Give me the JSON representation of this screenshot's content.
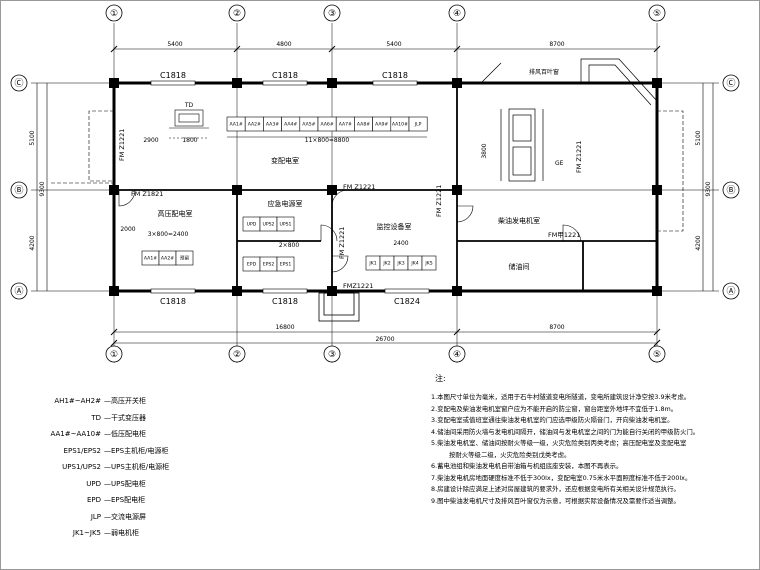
{
  "axes": {
    "vertical": [
      "①",
      "②",
      "③",
      "④",
      "⑤"
    ],
    "horizontal": [
      "Ⓒ",
      "Ⓑ",
      "Ⓐ"
    ]
  },
  "dimensions": {
    "top": [
      "5400",
      "4800",
      "5400",
      "8700"
    ],
    "bottom": [
      "16800",
      "8700"
    ],
    "overall": "26700",
    "left": [
      "5100",
      "4200",
      "9300"
    ],
    "right": [
      "5100",
      "4200",
      "9300"
    ],
    "internal": [
      "2900",
      "1800",
      "2000",
      "3800",
      "2400"
    ]
  },
  "windows": {
    "top": [
      "C1818",
      "C1818",
      "C1818"
    ],
    "bottom": [
      "C1818",
      "C1818",
      "C1824"
    ]
  },
  "doors": [
    "FM Z1821",
    "FM Z1221",
    "FM Z1221",
    "FM甲1221",
    "FM Z1221",
    "FM Z1221",
    "FMZ1221",
    "FM Z1221"
  ],
  "rooms": {
    "transformer": "变配电室",
    "hv": "高压配电室",
    "emergency": "应急电源室",
    "monitor": "监控设备室",
    "diesel": "柴油发电机室",
    "oil": "储油间",
    "exhaust": "排风百叶窗",
    "gen": "GE"
  },
  "equipment": {
    "td": "TD",
    "lv_panels": [
      "AA1#",
      "AA2#",
      "AA3#",
      "AA4#",
      "AA5#",
      "AA6#",
      "AA7#",
      "AA8#",
      "AA9#",
      "AA10#",
      "JLP"
    ],
    "lv_dim": "11×800=8800",
    "hv_panels": [
      "AA1#",
      "AA2#",
      "预留"
    ],
    "hv_dim": "3×800=2400",
    "em_top": [
      "UPD",
      "UPS2",
      "UPS1"
    ],
    "em_bottom": [
      "EPD",
      "EPS2",
      "EPS1"
    ],
    "em_dim": "2×800",
    "jk": [
      "JK1",
      "JK2",
      "JK3",
      "JK4",
      "JK5"
    ]
  },
  "legend": [
    {
      "code": "AH1#~AH2#",
      "desc": "—高压开关柜"
    },
    {
      "code": "TD",
      "desc": "—干式变压器"
    },
    {
      "code": "AA1#~AA10#",
      "desc": "—低压配电柜"
    },
    {
      "code": "EPS1/EPS2",
      "desc": "—EPS主机柜/电源柜"
    },
    {
      "code": "UPS1/UPS2",
      "desc": "—UPS主机柜/电源柜"
    },
    {
      "code": "UPD",
      "desc": "—UPS配电柜"
    },
    {
      "code": "EPD",
      "desc": "—EPS配电柜"
    },
    {
      "code": "JLP",
      "desc": "—交流电源屏"
    },
    {
      "code": "JK1~JK5",
      "desc": "—弱电机柜"
    }
  ],
  "notes_title": "注:",
  "notes": [
    "1.本图尺寸单位为毫米，适用于石牛村隧道变电所隧道，变电所建筑设计净空按3.9米考虑。",
    "2.变配电及柴油发电机室窗户应为不能开启的防尘窗，窗台距室外地坪不宜低于1.8m。",
    "3.变配电室或值班室通往柴油发电机室的门应选甲级防火隔音门，开向柴油发电机室。",
    "4.储油间采用防火墙与发电机间隔开，储油间与发电机室之间的门为能自行关闭的甲级防火门。",
    "5.柴油发电机室、储油间按耐火等级一级，火灾危险类别丙类考虑；高压配电室及变配电室",
    "按耐火等级二级，火灾危险类别戊类考虑。",
    "6.蓄电池组和柴油发电机自带油箱与机组底座安装，本图不再表示。",
    "7.柴油发电机房地面硬度标准不低于300lx，变配电室0.75米水平面照度标准不低于200lx。",
    "8.房建设计除应满足上述对房屋建筑的要求外，还应根据变电所有关相关设计规范执行。",
    "9.图中柴油发电机尺寸及排风百叶窗仅为示意，可根据实际设备情况及需要作适当调整。"
  ]
}
